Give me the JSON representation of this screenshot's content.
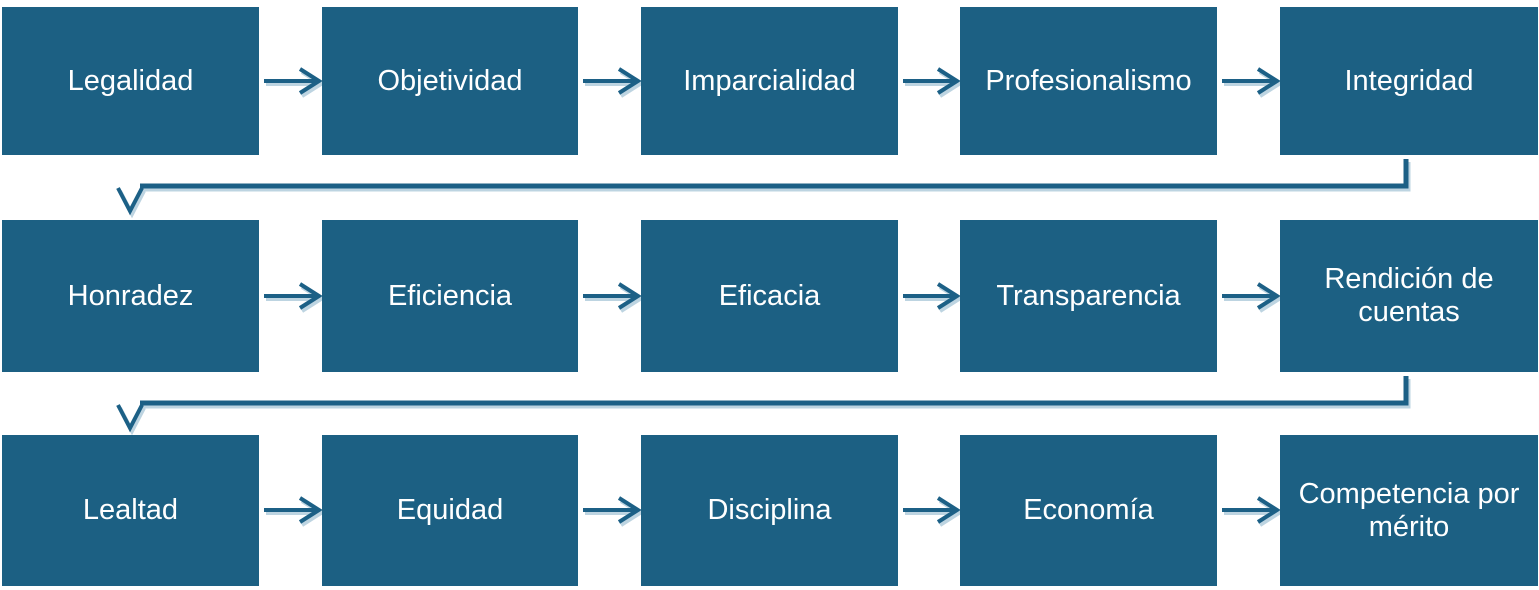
{
  "diagram": {
    "type": "process-flow",
    "rows": [
      {
        "boxes": [
          {
            "label": "Legalidad"
          },
          {
            "label": "Objetividad"
          },
          {
            "label": "Imparcialidad"
          },
          {
            "label": "Profesionalismo"
          },
          {
            "label": "Integridad"
          }
        ]
      },
      {
        "boxes": [
          {
            "label": "Honradez"
          },
          {
            "label": "Eficiencia"
          },
          {
            "label": "Eficacia"
          },
          {
            "label": "Transparencia"
          },
          {
            "label": "Rendición de cuentas"
          }
        ]
      },
      {
        "boxes": [
          {
            "label": "Lealtad"
          },
          {
            "label": "Equidad"
          },
          {
            "label": "Disciplina"
          },
          {
            "label": "Economía"
          },
          {
            "label": "Competencia por mérito"
          }
        ]
      }
    ],
    "connections": [
      {
        "from": "Legalidad",
        "to": "Objetividad"
      },
      {
        "from": "Objetividad",
        "to": "Imparcialidad"
      },
      {
        "from": "Imparcialidad",
        "to": "Profesionalismo"
      },
      {
        "from": "Profesionalismo",
        "to": "Integridad"
      },
      {
        "from": "Integridad",
        "to": "Honradez"
      },
      {
        "from": "Honradez",
        "to": "Eficiencia"
      },
      {
        "from": "Eficiencia",
        "to": "Eficacia"
      },
      {
        "from": "Eficacia",
        "to": "Transparencia"
      },
      {
        "from": "Transparencia",
        "to": "Rendición de cuentas"
      },
      {
        "from": "Rendición de cuentas",
        "to": "Lealtad"
      },
      {
        "from": "Lealtad",
        "to": "Equidad"
      },
      {
        "from": "Equidad",
        "to": "Disciplina"
      },
      {
        "from": "Disciplina",
        "to": "Economía"
      },
      {
        "from": "Economía",
        "to": "Competencia por mérito"
      }
    ],
    "colors": {
      "box_fill": "#1C6083",
      "connector": "#1C6086",
      "connector_shadow": "#BDD4E1",
      "text": "#FFFFFF",
      "background": "#FFFFFF"
    }
  }
}
